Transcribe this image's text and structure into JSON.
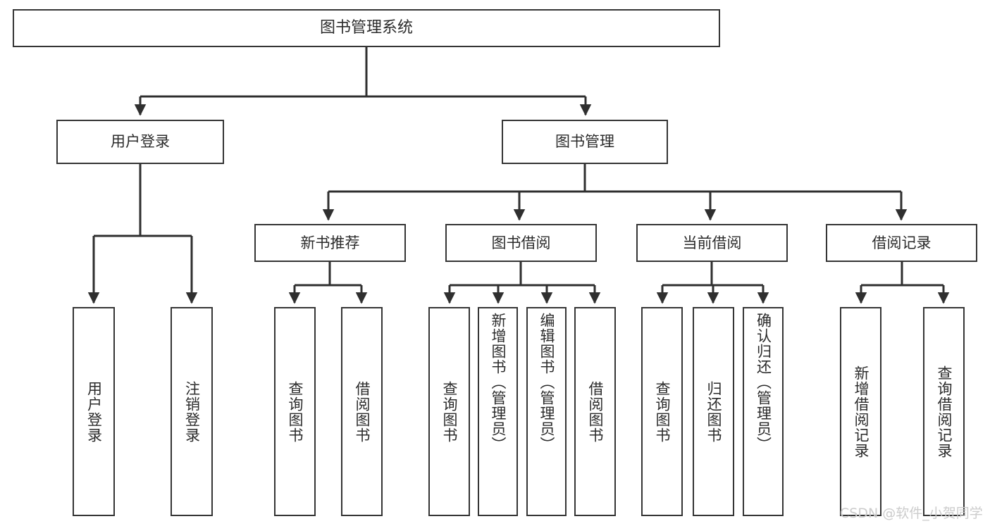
{
  "diagram": {
    "title": "图书管理系统",
    "type": "hierarchy-tree",
    "style": {
      "box_border_color": "#353535",
      "box_fill_color": "#ffffff",
      "connector_color": "#2f2f2f",
      "background_color": "#ffffff",
      "watermark_color": "#cccccc"
    },
    "levels": 4
  },
  "root": {
    "label": "图书管理系统"
  },
  "level2": [
    {
      "label": "用户登录"
    },
    {
      "label": "图书管理"
    }
  ],
  "level3": [
    {
      "label": "新书推荐"
    },
    {
      "label": "图书借阅"
    },
    {
      "label": "当前借阅"
    },
    {
      "label": "借阅记录"
    }
  ],
  "leaves": {
    "user_login": [
      {
        "label": "用户登录"
      },
      {
        "label": "注销登录"
      }
    ],
    "new_book_recommend": [
      {
        "label": "查询图书"
      },
      {
        "label": "借阅图书"
      }
    ],
    "book_borrow": [
      {
        "label": "查询图书"
      },
      {
        "label": "新增图书（管理员）"
      },
      {
        "label": "编辑图书（管理员）"
      },
      {
        "label": "借阅图书"
      }
    ],
    "current_borrow": [
      {
        "label": "查询图书"
      },
      {
        "label": "归还图书"
      },
      {
        "label": "确认归还（管理员）"
      }
    ],
    "borrow_record": [
      {
        "label": "新增借阅记录"
      },
      {
        "label": "查询借阅记录"
      }
    ]
  },
  "watermark": {
    "text": "CSDN @软件_小贺同学"
  }
}
